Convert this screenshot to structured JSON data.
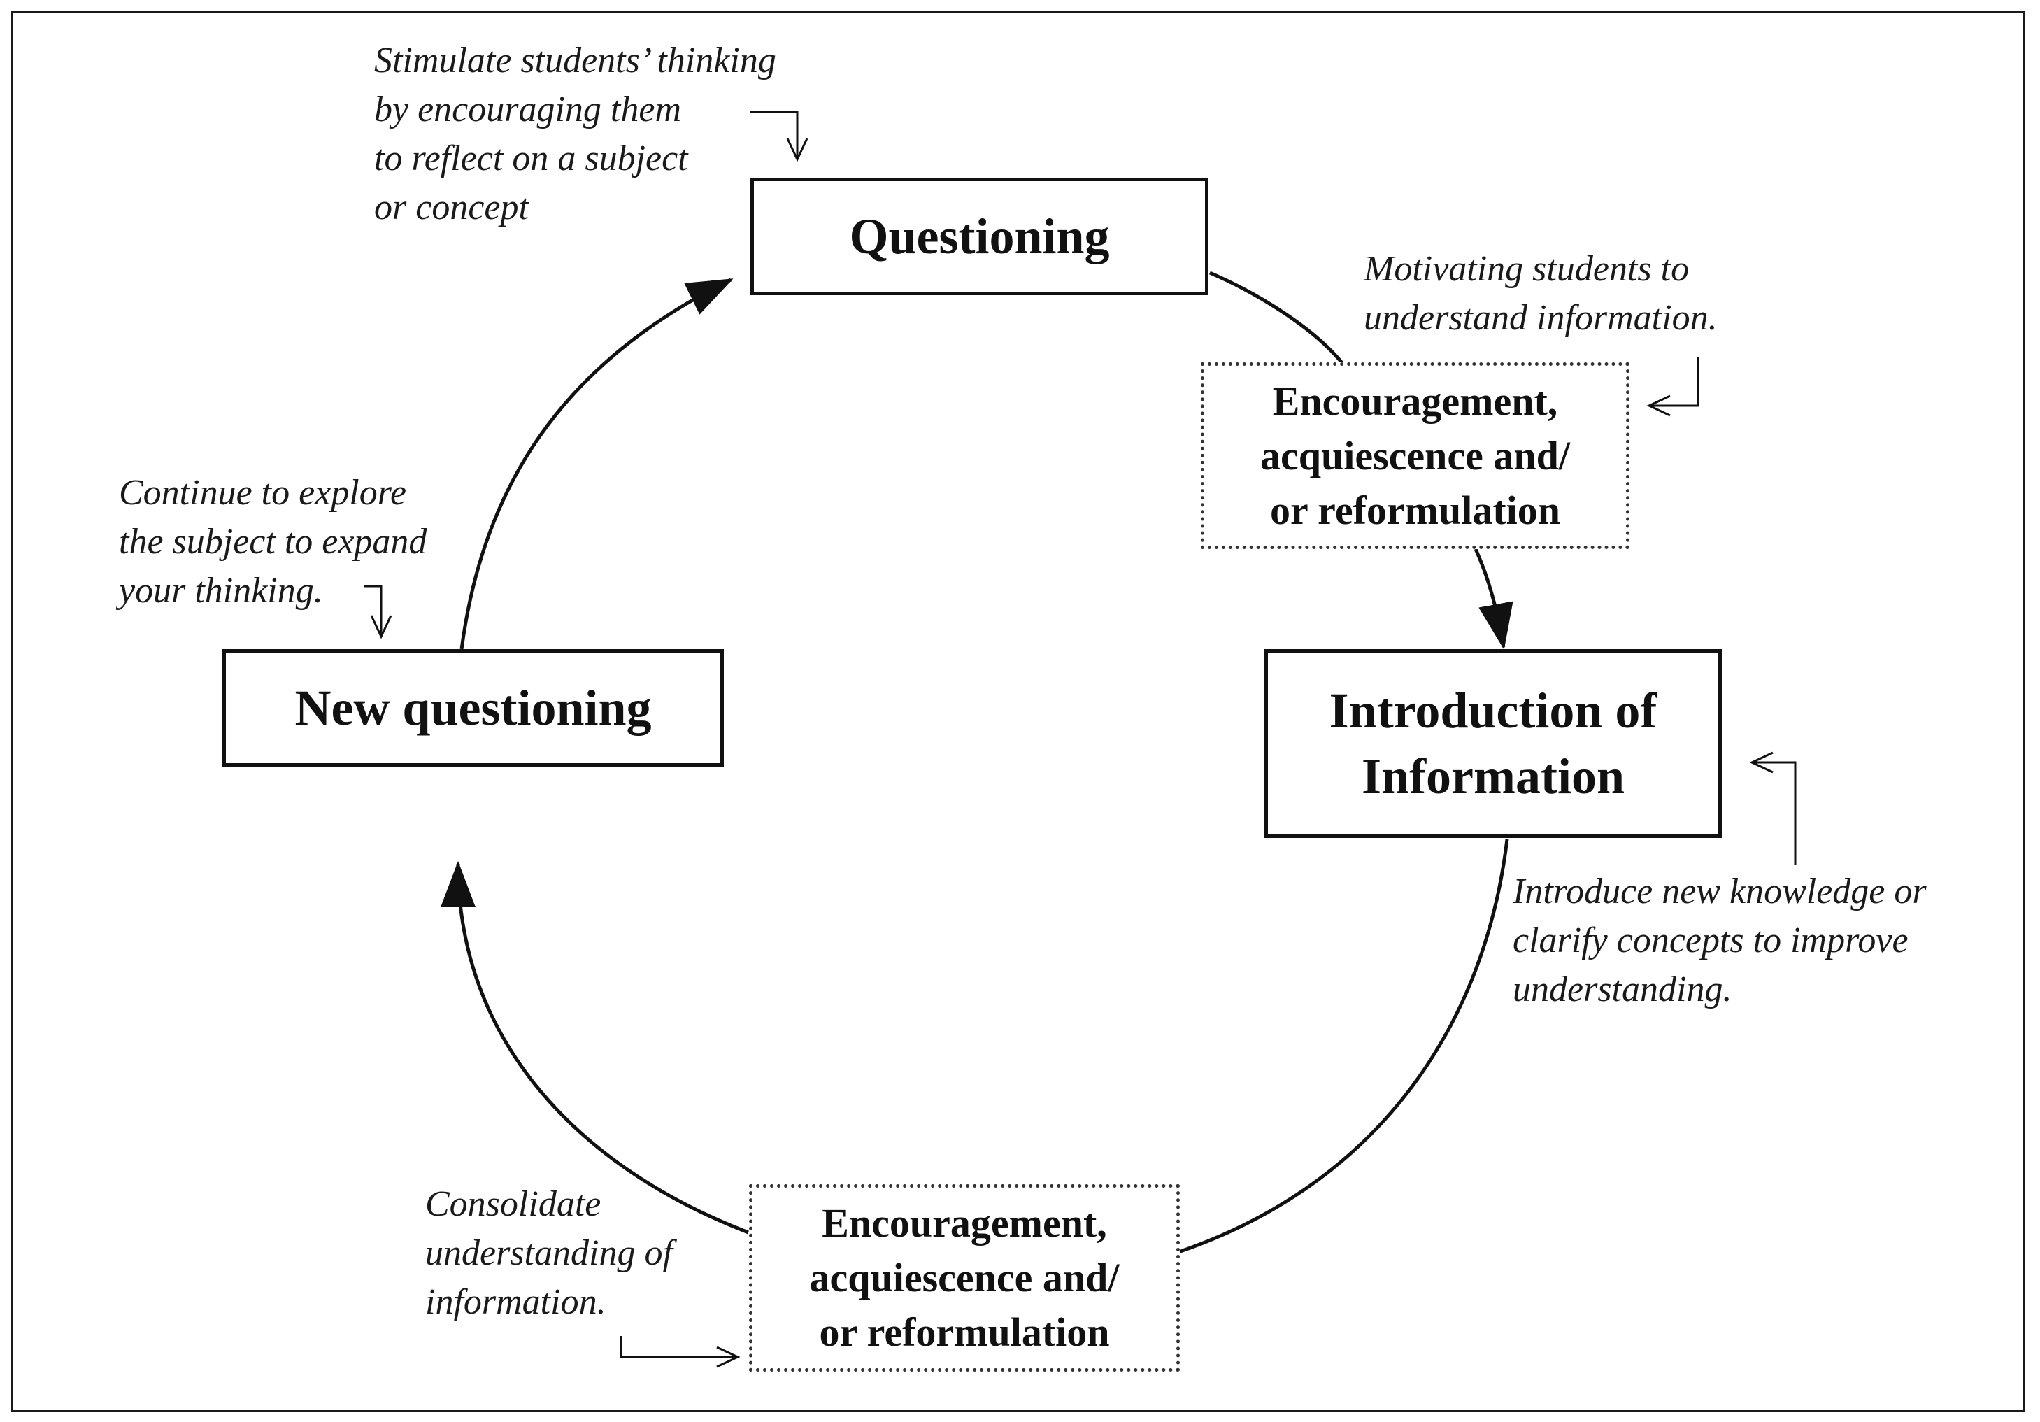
{
  "nodes": {
    "questioning": {
      "lines": [
        "Questioning"
      ]
    },
    "encouragement_top": {
      "lines": [
        "Encouragement,",
        "acquiescence and/",
        "or reformulation"
      ]
    },
    "introduction": {
      "lines": [
        "Introduction of",
        "Information"
      ]
    },
    "encouragement_bottom": {
      "lines": [
        "Encouragement,",
        "acquiescence and/",
        "or reformulation"
      ]
    },
    "new_questioning": {
      "lines": [
        "New questioning"
      ]
    }
  },
  "annotations": {
    "stimulate": {
      "lines": [
        "Stimulate students’ thinking",
        "by encouraging them",
        "to reflect on a subject",
        "or concept"
      ]
    },
    "motivating": {
      "lines": [
        "Motivating students to",
        "understand information."
      ]
    },
    "introduce": {
      "lines": [
        "Introduce new knowledge or",
        "clarify concepts to improve",
        "understanding."
      ]
    },
    "consolidate": {
      "lines": [
        "Consolidate",
        "understanding of",
        "information."
      ]
    },
    "continue": {
      "lines": [
        "Continue to explore",
        "the subject to expand",
        "your thinking."
      ]
    }
  },
  "colors": {
    "stroke": "#111111",
    "dotted_border": "#333333",
    "background": "#ffffff"
  }
}
